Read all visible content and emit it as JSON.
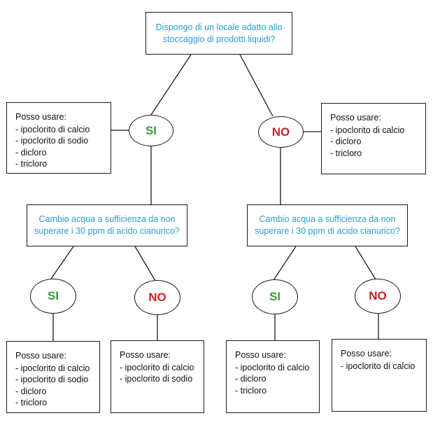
{
  "colors": {
    "question": "#2a9bd6",
    "yes": "#3a9a3a",
    "no": "#d01f1f",
    "line": "#1a1a1a"
  },
  "top_question": "Dispongo di un locale adatto allo stoccaggio di prodotti liquidi?",
  "left": {
    "answer": "SI",
    "list": {
      "head": "Posso usare:",
      "items": [
        "- ipoclorito di calcio",
        "- ipoclorito di sodio",
        "- dicloro",
        "- tricloro"
      ]
    },
    "question": "Cambio acqua a sufficienza da non superare i 30 ppm di acido cianurico?",
    "yes": {
      "answer": "SI",
      "list": {
        "head": "Posso usare:",
        "items": [
          "- ipoclorito di calcio",
          "- ipoclorito di sodio",
          "- dicloro",
          "- tricloro"
        ]
      }
    },
    "no": {
      "answer": "NO",
      "list": {
        "head": "Posso usare:",
        "items": [
          "- ipoclorito di calcio",
          "- ipoclorito di sodio"
        ]
      }
    }
  },
  "right": {
    "answer": "NO",
    "list": {
      "head": "Posso usare:",
      "items": [
        "- ipoclorito di calcio",
        "- dicloro",
        "- tricloro"
      ]
    },
    "question": "Cambio acqua a sufficienza da non superare i 30 ppm di acido cianurico?",
    "yes": {
      "answer": "SI",
      "list": {
        "head": "Posso usare:",
        "items": [
          "- ipoclorito di calcio",
          "- dicloro",
          "- tricloro"
        ]
      }
    },
    "no": {
      "answer": "NO",
      "list": {
        "head": "Posso usare:",
        "items": [
          "- ipoclorito di calcio"
        ]
      }
    }
  }
}
